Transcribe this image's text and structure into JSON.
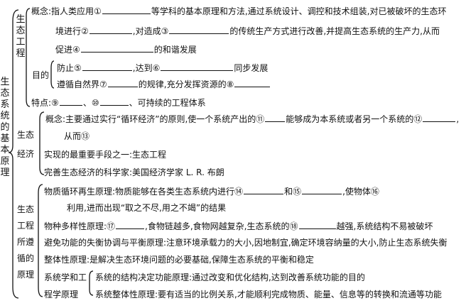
{
  "root_title": "生态系统的基本原理",
  "eng": {
    "title": "生态工程",
    "concept": {
      "l1a": "概念:指人类应用①",
      "l1b": "等学科的基本原理和方法,通过系统设计、调控和技术组装,对已被破坏的生态环",
      "l2a": "境进行②",
      "l2b": ",对造成③",
      "l2c": "的传统生产方式进行改善,并提高生态系统的生产力,从而",
      "l3a": "促进④",
      "l3b": "的和谐发展"
    },
    "purpose": {
      "label": "目的",
      "l1a": "防止⑤",
      "l1b": ",达到⑥",
      "l1c": "同步发展",
      "l2a": "遵循自然界⑦",
      "l2b": "的规律,充分发挥资源的⑧"
    },
    "feature": {
      "a": "特点:⑨",
      "b": "、⑩",
      "c": "、可持续的工程体系"
    }
  },
  "econ": {
    "title": "生态经济",
    "concept": {
      "l1a": "概念:主要通过实行“循环经济”的原则,使一个系统产出的⑪",
      "l1b": "能够成为本系统或者另一个系统的⑫",
      "l1c": ",",
      "l2a": "从而⑬"
    },
    "means": "实现的最重要手段之一:生态工程",
    "scientist": "完善生态经济的科学家:美国经济学家 L. R. 布朗"
  },
  "princ": {
    "title": "生态工程所遵循的原理",
    "cycle": {
      "l1a": "物质循环再生原理:物质能够在各类生态系统内进行⑭",
      "l1b": "和⑮",
      "l1c": ",使物体⑯",
      "l2": "利用,进而出现“取之不尽,用之不竭”的结果"
    },
    "diversity": {
      "a": "物种多样性原理:⑰",
      "b": ",食物链越多,食物网越复杂,生态系统的⑱",
      "c": "越强,系统结构不易被破坏"
    },
    "coordination": "避免功能的失衡协调与平衡原理:注意环境承载力的大小,因地制宜,确定环境容纳量的大小,防止生态系统失衡",
    "holism": "整体性原理:是解决生态环境问题的必要基础,保障生态系统的平衡和稳定",
    "sys": {
      "label_l1": "系统学和工",
      "label_l2": "程学原理",
      "structure": "系统的结构决定功能原理:通过改变和优化结构,达到改善系统功能的目的",
      "whole": "系统整体性原理:要有适当的比例关系,才能顺利完成物质、能量、信息等的转换和流通等功能"
    }
  }
}
